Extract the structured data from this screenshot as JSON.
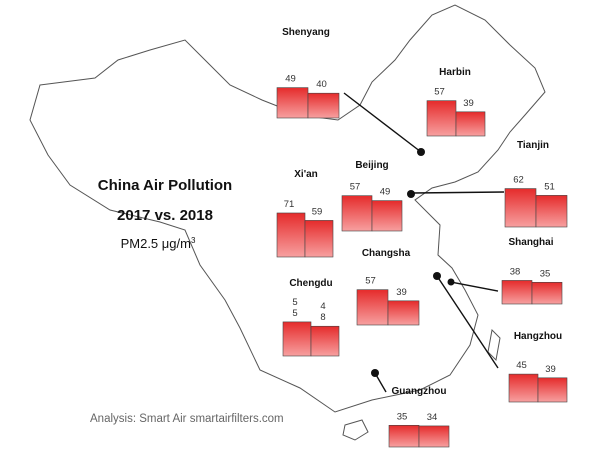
{
  "title_line1": "China Air Pollution",
  "title_line2": "2017 vs. 2018",
  "subtitle": "PM2.5 μg/m",
  "subtitle_sup": "3",
  "credit": "Analysis: Smart Air smartairfilters.com",
  "colors": {
    "bar_top": "#e52b2b",
    "bar_bottom": "#f7a0a0",
    "outline": "#444444",
    "marker": "#111111"
  },
  "chart_data": {
    "type": "bar",
    "title": "China Air Pollution 2017 vs. 2018",
    "ylabel": "PM2.5 μg/m3",
    "categories": [
      "2017",
      "2018"
    ],
    "cities": [
      {
        "name": "Shenyang",
        "values": [
          49,
          40
        ],
        "labels": [
          "49",
          "40"
        ]
      },
      {
        "name": "Harbin",
        "values": [
          57,
          39
        ],
        "labels": [
          "57",
          "39"
        ]
      },
      {
        "name": "Tianjin",
        "values": [
          62,
          51
        ],
        "labels": [
          "62",
          "51"
        ]
      },
      {
        "name": "Beijing",
        "values": [
          57,
          49
        ],
        "labels": [
          "57",
          "49"
        ]
      },
      {
        "name": "Xi'an",
        "values": [
          71,
          59
        ],
        "labels": [
          "71",
          "59"
        ]
      },
      {
        "name": "Changsha",
        "values": [
          57,
          39
        ],
        "labels": [
          "57",
          "39"
        ]
      },
      {
        "name": "Shanghai",
        "values": [
          38,
          35
        ],
        "labels": [
          "38",
          "35"
        ]
      },
      {
        "name": "Chengdu",
        "values": [
          55,
          48
        ],
        "labels": [
          "5\n5",
          "4\n8"
        ]
      },
      {
        "name": "Hangzhou",
        "values": [
          45,
          39
        ],
        "labels": [
          "45",
          "39"
        ]
      },
      {
        "name": "Guangzhou",
        "values": [
          35,
          34
        ],
        "labels": [
          "35",
          "34"
        ]
      }
    ]
  }
}
